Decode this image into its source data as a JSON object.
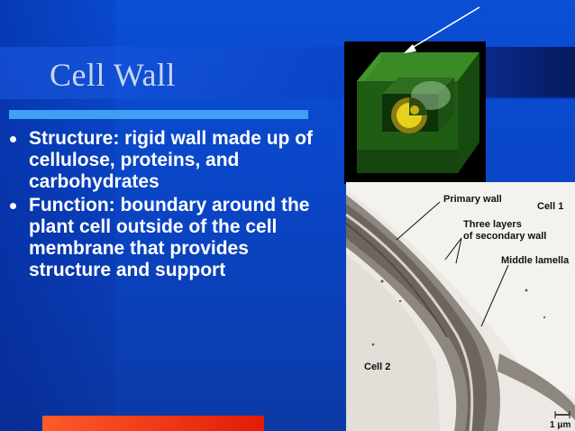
{
  "slide": {
    "title": "Cell Wall",
    "bullets": [
      {
        "text": "Structure: rigid wall made up of cellulose, proteins, and carbohydrates"
      },
      {
        "text": "Function: boundary around the plant cell outside of the cell membrane that provides structure and support"
      }
    ]
  },
  "figure_micrograph": {
    "primary_wall": "Primary wall",
    "cell1": "Cell 1",
    "three_layers_line1": "Three layers",
    "three_layers_line2": "of secondary wall",
    "middle_lamella": "Middle lamella",
    "cell2": "Cell 2",
    "scale": "1 μm"
  },
  "colors": {
    "background": "#0a4fd6",
    "title_text": "#c8d6f0",
    "body_text": "#ffffff",
    "accent_bar": "#3fa0f2",
    "red_bar": "#e21b06",
    "cell_wall_green": "#2f7a1c"
  }
}
